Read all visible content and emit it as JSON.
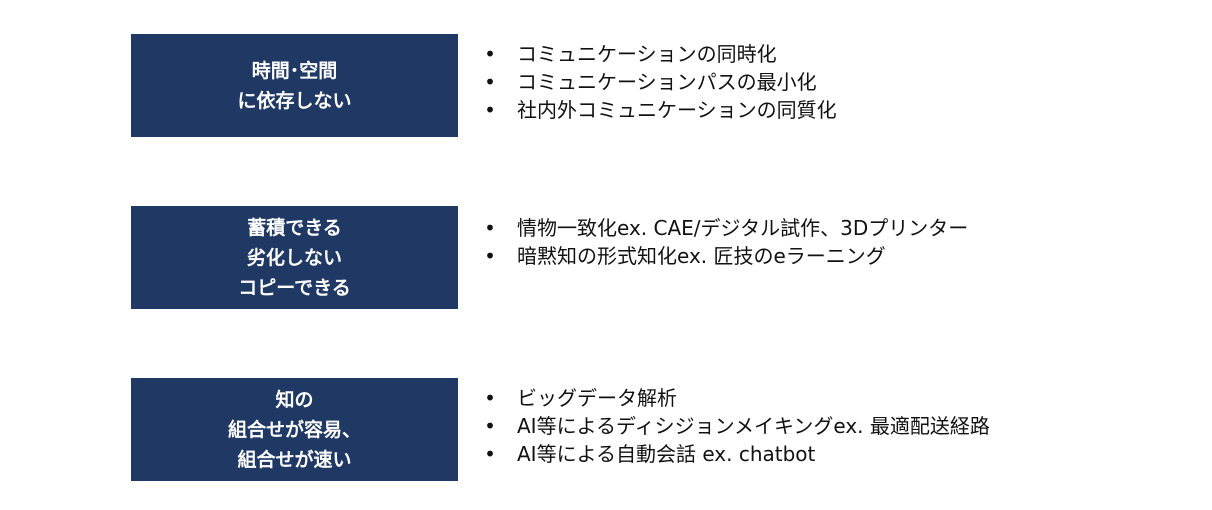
{
  "rows": [
    {
      "box_lines": [
        "時間･空間",
        "に依存しない"
      ],
      "bullet_symbol": "•",
      "bullets": [
        "コミュニケーションの同時化",
        "コミュニケーションパスの最小化",
        "社内外コミュニケーションの同質化"
      ]
    },
    {
      "box_lines": [
        "蓄積できる",
        "劣化しない",
        "コピーできる"
      ],
      "bullet_symbol": "•",
      "bullets": [
        "情物一致化ex. CAE/デジタル試作、3Dプリンター",
        "暗黙知の形式知化ex. 匠技のeラーニング"
      ]
    },
    {
      "box_lines": [
        "知の",
        "組合せが容易、",
        "組合せが速い"
      ],
      "bullet_symbol": "•",
      "bullets": [
        "ビッグデータ解析",
        "AI等によるディシジョンメイキングex. 最適配送経路",
        "AI等による自動会話 ex. chatbot"
      ]
    }
  ],
  "colors": {
    "box_background": "#1f3864",
    "box_text": "#ffffff",
    "bullet_text": "#111111"
  }
}
